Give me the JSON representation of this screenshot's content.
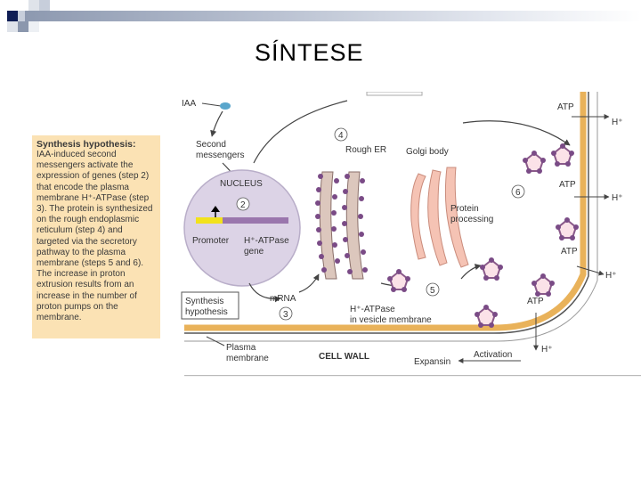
{
  "slide_title": "SÍNTESE",
  "hypothesis_box": {
    "heading": "Synthesis hypothesis:",
    "text": "IAA-induced second messengers activate the expression of genes (step 2) that encode the plasma membrane H⁺-ATPase (step 3). The protein is synthesized on the rough endoplasmic reticulum (step 4) and targeted via the secretory pathway to the plasma membrane (steps 5 and 6). The increase in proton extrusion results from an increase in the number of proton pumps on the membrane."
  },
  "diagram": {
    "labels": {
      "iaa": "IAA",
      "second_messengers_1": "Second",
      "second_messengers_2": "messengers",
      "nucleus": "NUCLEUS",
      "promoter": "Promoter",
      "gene_1": "H⁺-ATPase",
      "gene_2": "gene",
      "rough_er": "Rough ER",
      "golgi": "Golgi body",
      "protein_processing_1": "Protein",
      "protein_processing_2": "processing",
      "mrna": "mRNA",
      "vesicle_1": "H⁺-ATPase",
      "vesicle_2": "in vesicle membrane",
      "synthesis_hyp_1": "Synthesis",
      "synthesis_hyp_2": "hypothesis",
      "plasma_membrane_1": "Plasma",
      "plasma_membrane_2": "membrane",
      "cell_wall": "CELL WALL",
      "expansin": "Expansin",
      "activation": "Activation",
      "atp": "ATP",
      "h_plus": "H⁺"
    },
    "steps": {
      "s2": "2",
      "s3": "3",
      "s4": "4",
      "s5": "5",
      "s6": "6"
    },
    "colors": {
      "membrane": "#e9b25a",
      "nucleus_fill": "#dcd3e6",
      "gene_bar": "#9a76ad",
      "promoter": "#f2e21c",
      "er_fill": "#dcc7bd",
      "vesicle_dot": "#7a4b86",
      "golgi_fill": "#f5c3b4",
      "hyp_box": "#fbe2b4",
      "arrow": "#444444",
      "iaa_dot": "#5aa6cc"
    }
  }
}
